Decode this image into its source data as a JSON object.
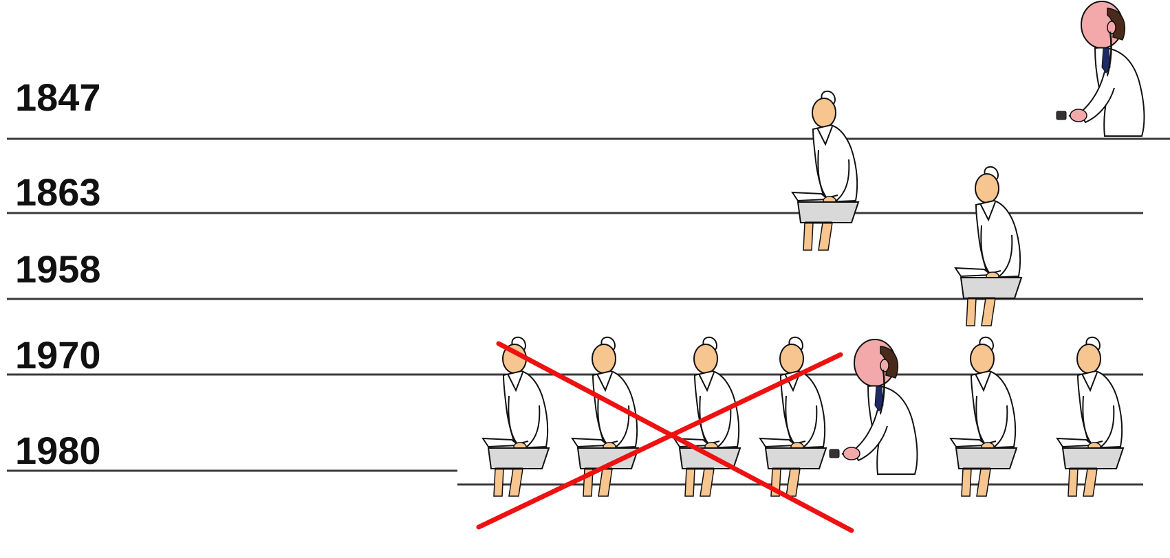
{
  "timeline": {
    "years": [
      {
        "label": "1847",
        "figures": [
          "physician"
        ]
      },
      {
        "label": "1863",
        "figures": [
          "nurse"
        ]
      },
      {
        "label": "1958",
        "figures": [
          "nurse"
        ]
      },
      {
        "label": "1970",
        "figures": []
      },
      {
        "label": "1980",
        "figures": [
          "nurse",
          "nurse",
          "nurse",
          "nurse",
          "physician",
          "nurse",
          "nurse"
        ]
      }
    ],
    "crossed_out_figures": [
      "nurse-1980-1",
      "nurse-1980-2",
      "nurse-1980-3",
      "nurse-1980-4"
    ]
  },
  "colors": {
    "line": "#3a3a3a",
    "text": "#111111",
    "skin": "#f7c58f",
    "uniform": "#ffffff",
    "outline": "#111111",
    "lap_paper": "#d9d9d9",
    "hair": "#4a2a1a",
    "tie": "#1d2a66",
    "cross": "#ee1111"
  },
  "icons": {
    "nurse": "seated-nurse-icon",
    "physician": "physician-with-stethoscope-icon"
  }
}
